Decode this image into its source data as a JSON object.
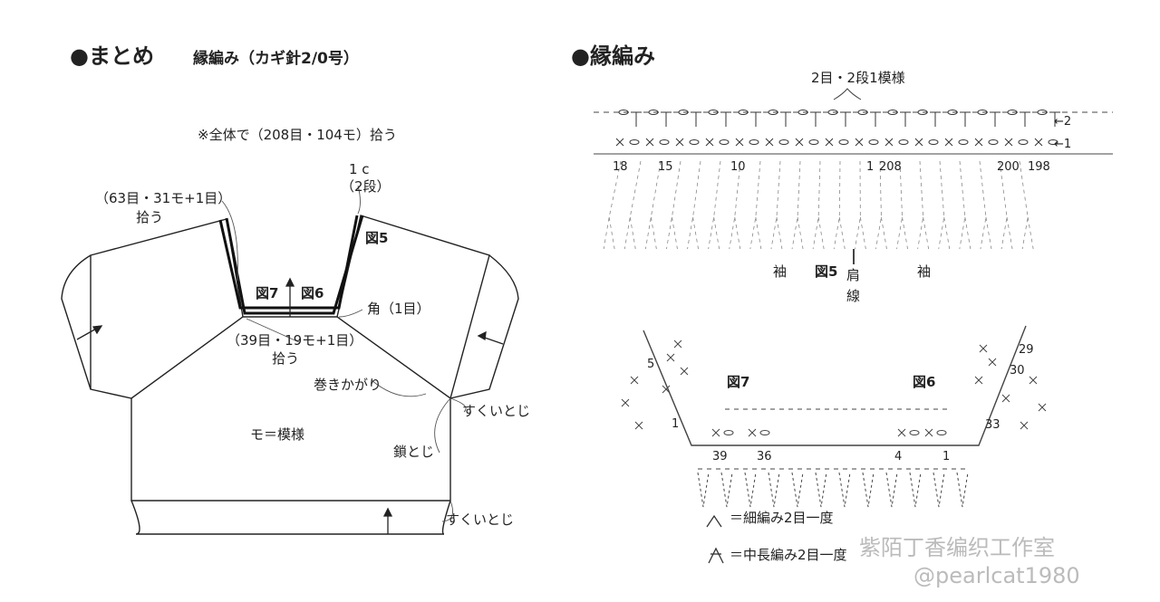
{
  "left": {
    "heading": "●まとめ",
    "subheading": "縁編み（カギ針2/0号）",
    "note": "※全体で（208目・104モ）拾う",
    "pickup_back_1": "（63目・31モ+1目）",
    "pickup_back_2": "拾う",
    "band_1": "1 c",
    "band_2": "（2段）",
    "fig5": "図5",
    "fig7": "図7",
    "fig6": "図6",
    "corner": "角（1目）",
    "pickup_front_1": "（39目・19モ+1目）",
    "pickup_front_2": "拾う",
    "whip": "巻きかがり",
    "sukui_1": "すくいとじ",
    "pattern": "モ＝模様",
    "chain": "鎖とじ",
    "sukui_2": "すくいとじ"
  },
  "right": {
    "heading": "●縁編み",
    "repeat": "2目・2段1模様",
    "row2": "←2",
    "row1": "←1",
    "nums": [
      "18",
      "15",
      "10",
      "1",
      "208",
      "200",
      "198"
    ],
    "sleeve_l": "袖",
    "fig5": "図5",
    "shoulder": "肩",
    "line": "線",
    "sleeve_r": "袖",
    "fig7": "図7",
    "fig6": "図6",
    "n5": "5",
    "n1": "1",
    "n29": "29",
    "n30": "30",
    "n33": "33",
    "n39": "39",
    "n36": "36",
    "n4": "4",
    "n1b": "1",
    "legend1": "＝細編み2目一度",
    "legend2": "＝中長編み2目一度",
    "watermark1": "紫陌丁香编织工作室",
    "watermark2": "@pearlcat1980"
  }
}
